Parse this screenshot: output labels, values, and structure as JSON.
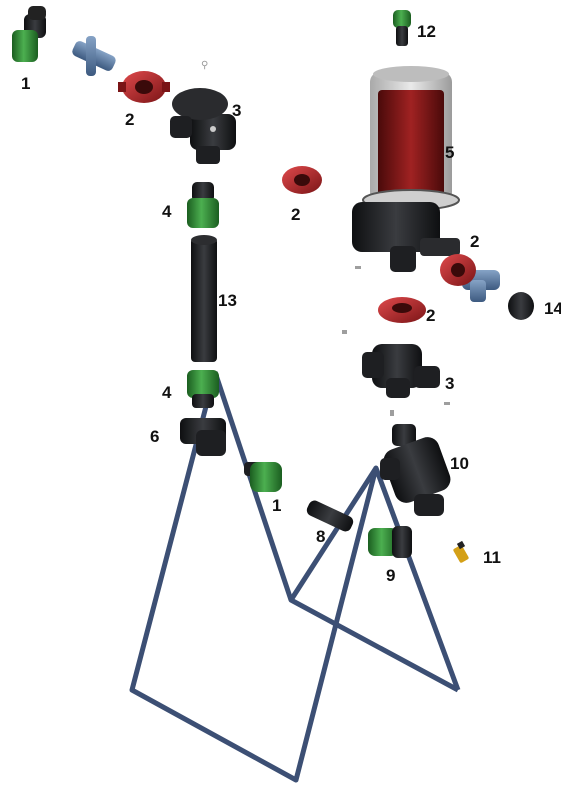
{
  "callouts": {
    "n1a": "1",
    "n1b": "1",
    "n2a": "2",
    "n2b": "2",
    "n2c": "2",
    "n2d": "2",
    "n3a": "3",
    "n3b": "3",
    "n4a": "4",
    "n4b": "4",
    "n5": "5",
    "n6": "6",
    "n8": "8",
    "n9": "9",
    "n10": "10",
    "n11": "11",
    "n12": "12",
    "n13": "13",
    "n14": "14"
  },
  "colors": {
    "stand": "#3c4f74",
    "green": "#2e7d32",
    "dark_part": "#1e1f22",
    "red_clamp": "#b3262a",
    "blue_pipe": "#5b7aa0",
    "filter_element": "#8c1c1c"
  }
}
